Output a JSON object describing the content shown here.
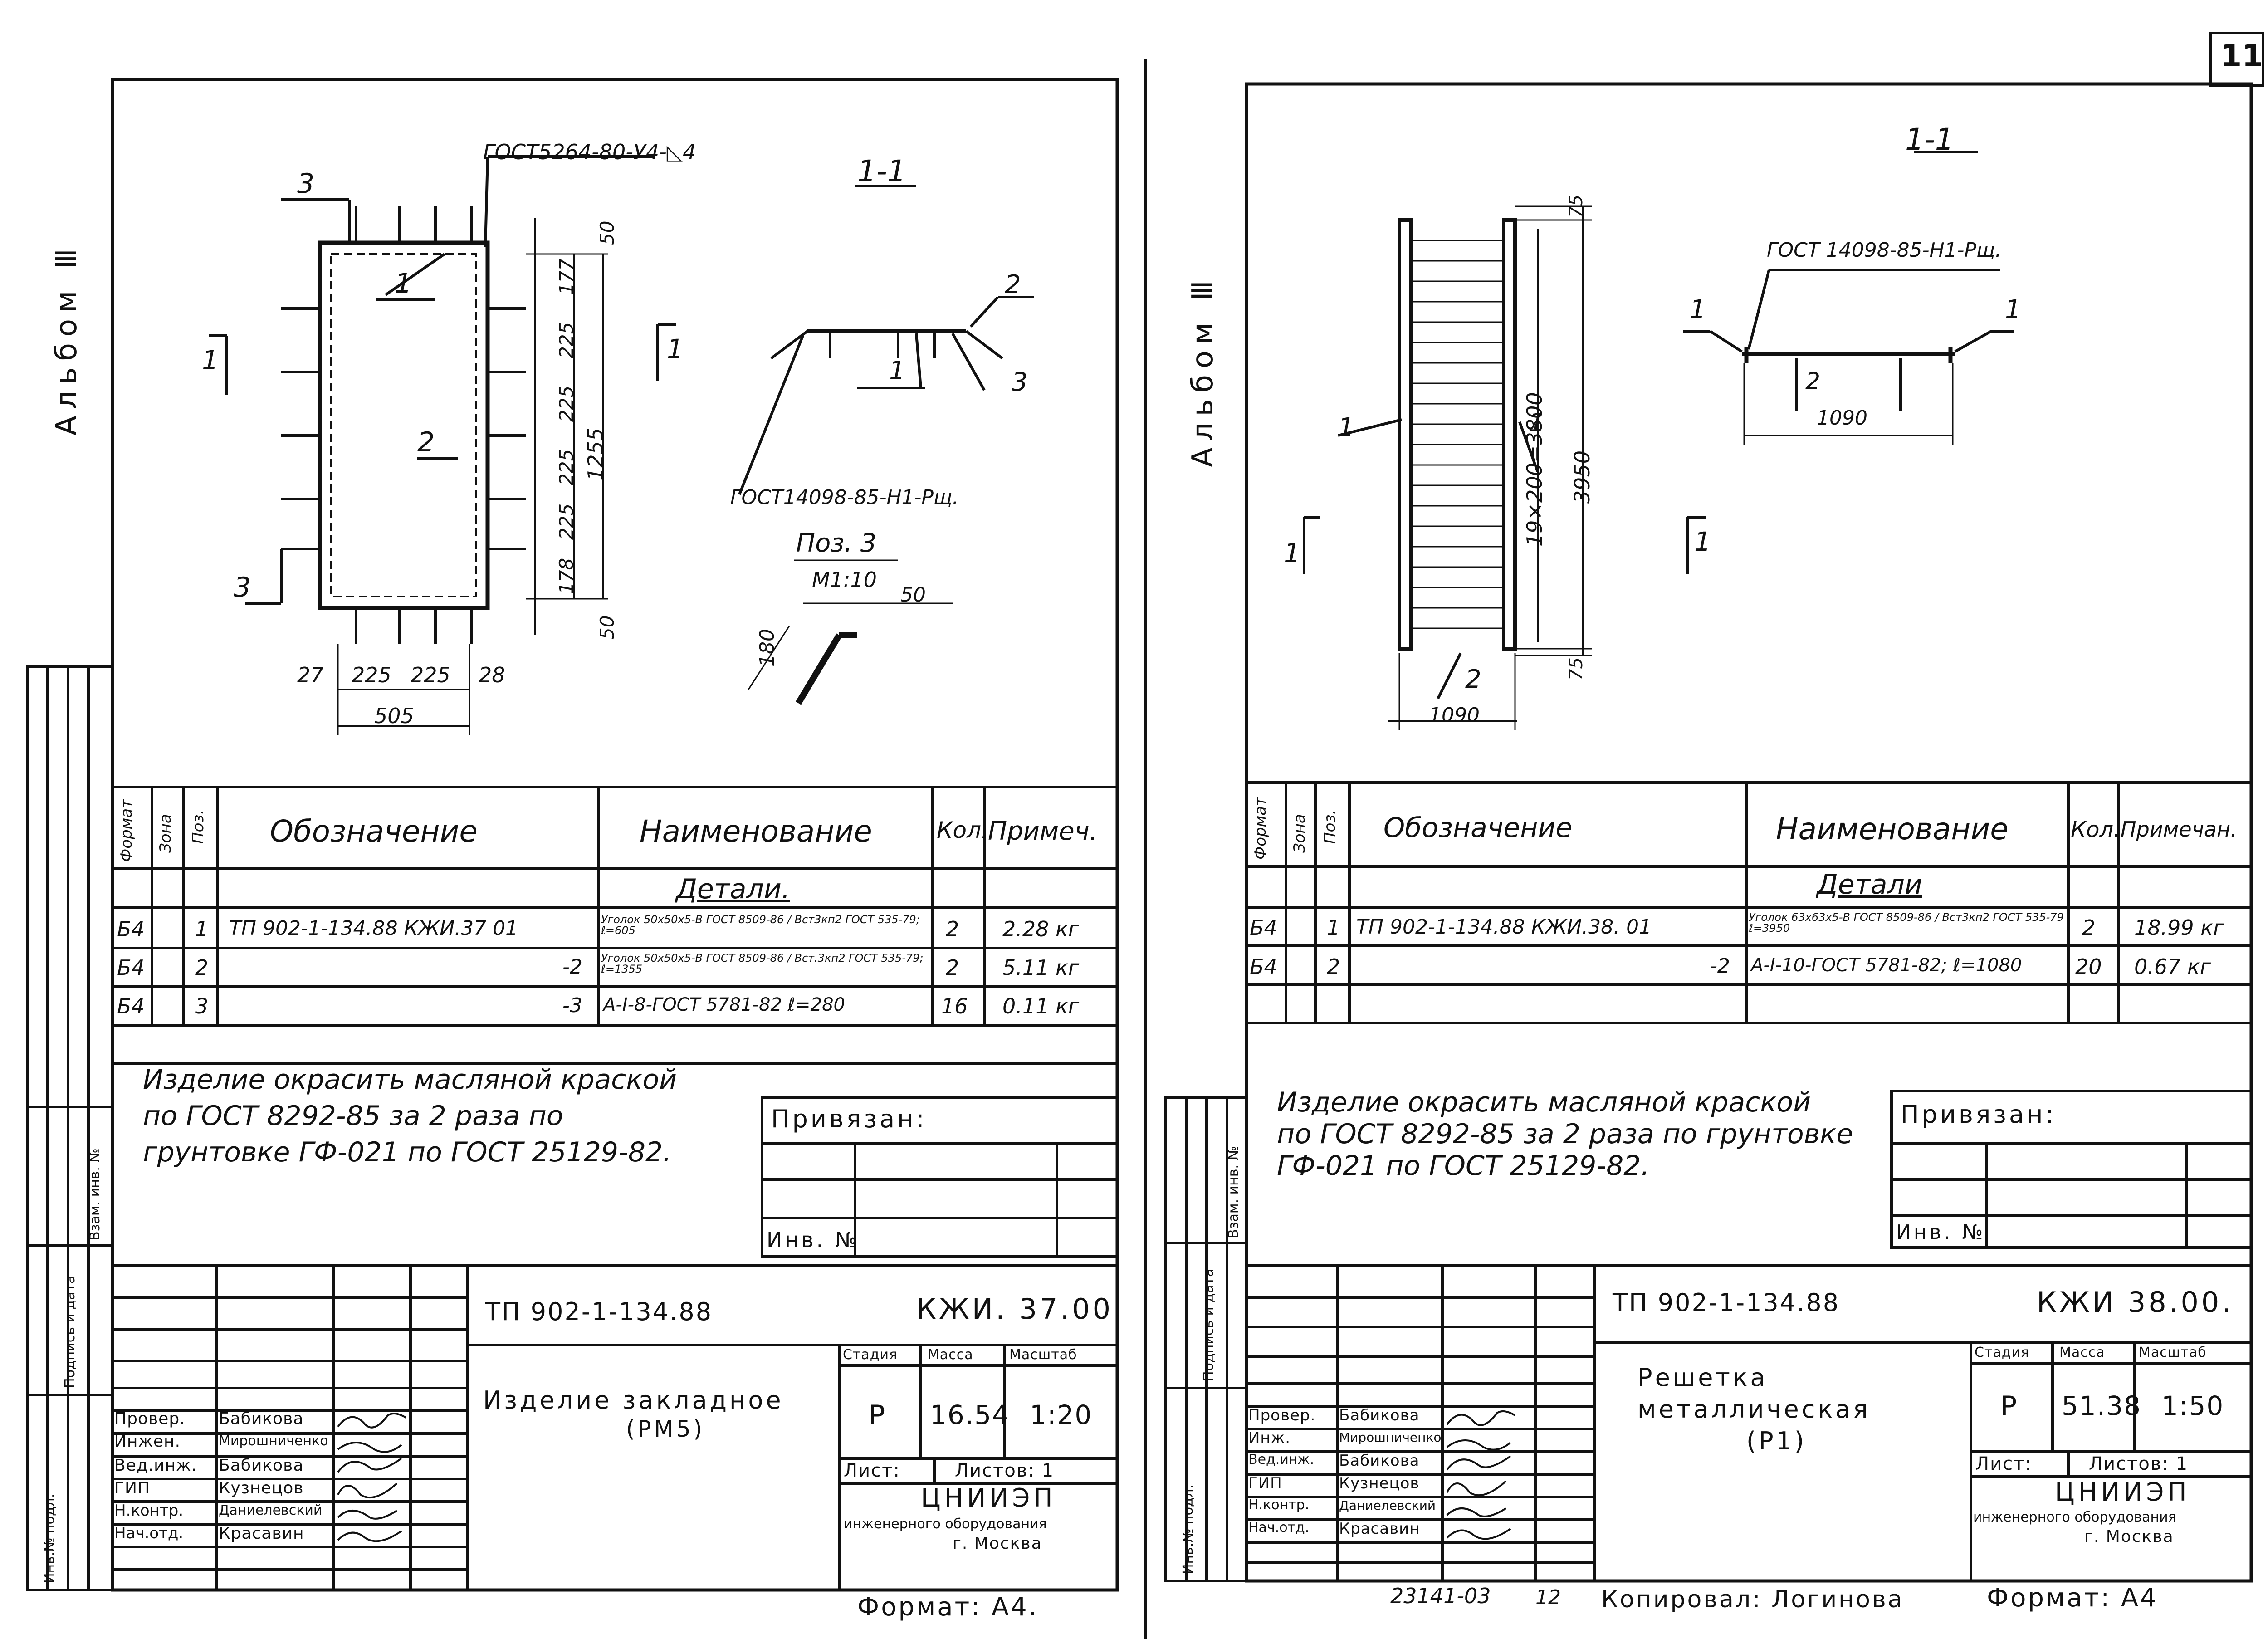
{
  "page_number": "11",
  "left": {
    "album_label": "Альбом Ⅲ",
    "drawing": {
      "weld_note": "ГОСТ5264-80-У4-◺4",
      "section_title": "1-1",
      "section_marker": "1",
      "callouts": [
        "1",
        "2",
        "3"
      ],
      "dims_right": [
        "50",
        "177",
        "225",
        "225",
        "225",
        "225",
        "178",
        "50",
        "1255"
      ],
      "dims_bottom": [
        "27",
        "225",
        "225",
        "28",
        "505"
      ],
      "section_note": "ГОСТ14098-85-Н1-Рщ.",
      "pos3_title": "Поз. 3",
      "pos3_scale": "М1:10",
      "pos3_dims": [
        "180",
        "50"
      ]
    },
    "table": {
      "headers": {
        "format": "Формат",
        "zone": "Зона",
        "pos": "Поз.",
        "designation": "Обозначение",
        "name": "Наименование",
        "qty": "Кол.",
        "note": "Примеч."
      },
      "group_title": "Детали.",
      "rows": [
        {
          "format": "Б4",
          "pos": "1",
          "designation": "ТП 902-1-134.88 КЖИ.37 01",
          "name": "Уголок 50х50х5-В ГОСТ 8509-86 / Вст3кп2 ГОСТ 535-79; ℓ=605",
          "qty": "2",
          "note": "2.28 кг"
        },
        {
          "format": "Б4",
          "pos": "2",
          "designation": "-2",
          "name": "Уголок 50х50х5-В ГОСТ 8509-86 / Вст.3кп2 ГОСТ 535-79; ℓ=1355",
          "qty": "2",
          "note": "5.11 кг"
        },
        {
          "format": "Б4",
          "pos": "3",
          "designation": "-3",
          "name": "А-Ⅰ-8-ГОСТ 5781-82 ℓ=280",
          "qty": "16",
          "note": "0.11 кг"
        }
      ]
    },
    "notes": [
      "Изделие окрасить масляной краской",
      "по ГОСТ 8292-85 за 2 раза по",
      "грунтовке ГФ-021 по ГОСТ 25129-82."
    ],
    "attach": {
      "label": "Привязан:",
      "inv": "Инв. №"
    },
    "side_stamps": [
      "Инв.№ подл.",
      "Подпись и дата",
      "Взам. инв. №"
    ],
    "title_block": {
      "project": "ТП 902-1-134.88",
      "code": "КЖИ. 37.00.",
      "title_line1": "Изделие закладное",
      "title_line2": "(РМ5)",
      "stage_h": "Стадия",
      "mass_h": "Масса",
      "scale_h": "Масштаб",
      "stage": "Р",
      "mass": "16.54",
      "scale": "1:20",
      "sheet": "Лист:",
      "sheets": "Листов: 1",
      "org1": "ЦНИИЭП",
      "org2": "инженерного оборудования",
      "org3": "г. Москва",
      "roles": [
        {
          "role": "Провер.",
          "name": "Бабикова"
        },
        {
          "role": "Инжен.",
          "name": "Мирошниченко"
        },
        {
          "role": "Вед.инж.",
          "name": "Бабикова"
        },
        {
          "role": "ГИП",
          "name": "Кузнецов"
        },
        {
          "role": "Н.контр.",
          "name": "Даниелевский"
        },
        {
          "role": "Нач.отд.",
          "name": "Красавин"
        }
      ],
      "format": "Формат: А4."
    }
  },
  "right": {
    "album_label": "Альбом Ⅲ",
    "drawing": {
      "section_title": "1-1",
      "section_note": "ГОСТ 14098-85-Н1-Рщ.",
      "section_marker": "1",
      "callouts": [
        "1",
        "1",
        "2",
        "1",
        "1",
        "2"
      ],
      "dims": [
        "75",
        "19×200=3800",
        "3950",
        "75",
        "1090",
        "1090"
      ]
    },
    "table": {
      "headers": {
        "format": "Формат",
        "zone": "Зона",
        "pos": "Поз.",
        "designation": "Обозначение",
        "name": "Наименование",
        "qty": "Кол.",
        "note": "Примечан."
      },
      "group_title": "Детали",
      "rows": [
        {
          "format": "Б4",
          "pos": "1",
          "designation": "ТП 902-1-134.88 КЖИ.38. 01",
          "name": "Уголок 63х63х5-В ГОСТ 8509-86 / Вст3кп2 ГОСТ 535-79 ℓ=3950",
          "qty": "2",
          "note": "18.99 кг"
        },
        {
          "format": "Б4",
          "pos": "2",
          "designation": "-2",
          "name": "А-Ⅰ-10-ГОСТ 5781-82; ℓ=1080",
          "qty": "20",
          "note": "0.67 кг"
        }
      ]
    },
    "notes": [
      "Изделие окрасить масляной краской",
      "по ГОСТ 8292-85 за 2 раза по грунтовке",
      "ГФ-021 по ГОСТ 25129-82."
    ],
    "attach": {
      "label": "Привязан:",
      "inv": "Инв. №"
    },
    "side_stamps": [
      "Инв.№ подл.",
      "Подпись и дата",
      "Взам. инв. №"
    ],
    "title_block": {
      "project": "ТП 902-1-134.88",
      "code": "КЖИ 38.00.",
      "title_line1": "Решетка",
      "title_line2": "металлическая",
      "title_line3": "(Р1)",
      "stage_h": "Стадия",
      "mass_h": "Масса",
      "scale_h": "Масштаб",
      "stage": "Р",
      "mass": "51.38",
      "scale": "1:50",
      "sheet": "Лист:",
      "sheets": "Листов: 1",
      "org1": "ЦНИИЭП",
      "org2": "инженерного оборудования",
      "org3": "г. Москва",
      "roles": [
        {
          "role": "Провер.",
          "name": "Бабикова"
        },
        {
          "role": "Инж.",
          "name": "Мирошниченко"
        },
        {
          "role": "Вед.инж.",
          "name": "Бабикова"
        },
        {
          "role": "ГИП",
          "name": "Кузнецов"
        },
        {
          "role": "Н.контр.",
          "name": "Даниелевский"
        },
        {
          "role": "Нач.отд.",
          "name": "Красавин"
        }
      ],
      "format": "Формат: А4",
      "copy_num": "23141-03",
      "copy_sheet": "12",
      "copied_by": "Копировал: Логинова"
    }
  }
}
